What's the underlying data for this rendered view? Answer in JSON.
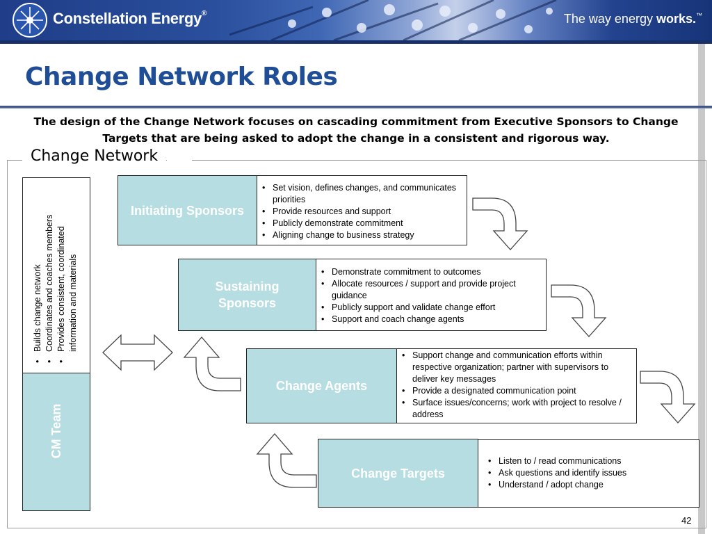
{
  "header": {
    "company": "Constellation Energy",
    "company_mark": "®",
    "tagline_prefix": "The way energy ",
    "tagline_bold": "works.",
    "tagline_mark": "™",
    "brand_color": "#1f3d88"
  },
  "slide": {
    "title": "Change Network Roles",
    "subtitle": "The design of the Change Network focuses on cascading commitment from Executive Sponsors to Change Targets that are being asked to adopt the change in a consistent and rigorous way.",
    "page_number": "42"
  },
  "network": {
    "label": "Change Network",
    "teal_color": "#b6dde2",
    "cm_team": {
      "label": "CM Team",
      "items": [
        "Builds change network",
        "Coordinates and coaches members",
        "Provides consistent, coordinated information and materials"
      ]
    },
    "roles": [
      {
        "name": "Initiating Sponsors",
        "items": [
          "Set vision, defines changes, and communicates priorities",
          "Provide resources and support",
          "Publicly demonstrate commitment",
          "Aligning change to business strategy"
        ]
      },
      {
        "name": "Sustaining Sponsors",
        "items": [
          "Demonstrate commitment to outcomes",
          "Allocate resources / support and provide project guidance",
          "Publicly support and validate change effort",
          "Support and coach change agents"
        ]
      },
      {
        "name": "Change Agents",
        "items": [
          "Support change and communication efforts within respective organization; partner with supervisors to deliver key messages",
          "Provide a designated communication point",
          "Surface issues/concerns; work with project to resolve / address"
        ]
      },
      {
        "name": "Change Targets",
        "items": [
          "Listen to / read communications",
          "Ask questions and identify issues",
          "Understand / adopt change"
        ]
      }
    ]
  }
}
